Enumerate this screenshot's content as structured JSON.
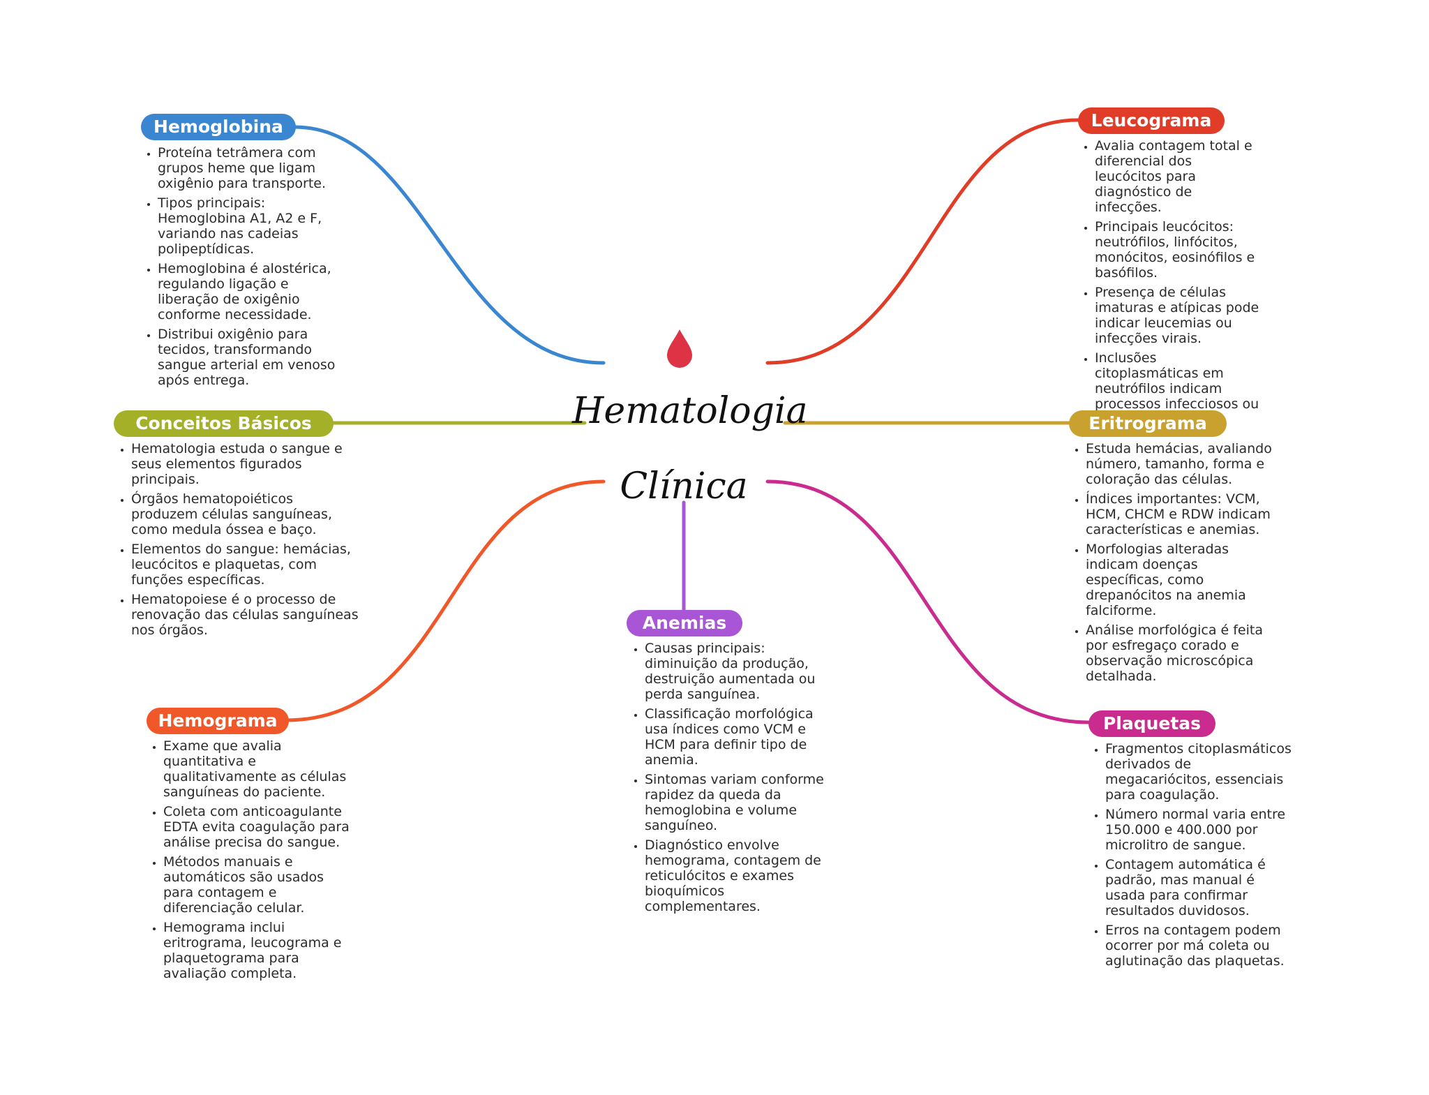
{
  "center": {
    "title_line1": "Hematologia",
    "title_line2": "Clínica",
    "icon": "blood-drop-icon",
    "icon_color": "#dd3344"
  },
  "branches": [
    {
      "id": "hemoglobina",
      "label": "Hemoglobina",
      "color": "#3a86d0",
      "points": [
        "Proteína tetrâmera com grupos heme que ligam oxigênio para transporte.",
        "Tipos principais: Hemoglobina A1, A2 e F, variando nas cadeias polipeptídicas.",
        "Hemoglobina é alostérica, regulando ligação e liberação de oxigênio conforme necessidade.",
        "Distribui oxigênio para tecidos, transformando sangue arterial em venoso após entrega."
      ]
    },
    {
      "id": "leucograma",
      "label": "Leucograma",
      "color": "#e03c27",
      "points": [
        "Avalia contagem total e diferencial dos leucócitos para diagnóstico de infecções.",
        "Principais leucócitos: neutrófilos, linfócitos, monócitos, eosinófilos e basófilos.",
        "Presença de células imaturas e atípicas pode indicar leucemias ou infecções virais.",
        "Inclusões citoplasmáticas em neutrófilos indicam processos infecciosos ou inflamatórios."
      ]
    },
    {
      "id": "conceitos-basicos",
      "label": "Conceitos Básicos",
      "color": "#a5b029",
      "points": [
        "Hematologia estuda o sangue e seus elementos figurados principais.",
        "Órgãos hematopoiéticos produzem células sanguíneas, como medula óssea e baço.",
        "Elementos do sangue: hemácias, leucócitos e plaquetas, com funções específicas.",
        "Hematopoiese é o processo de renovação das células sanguíneas nos órgãos."
      ]
    },
    {
      "id": "eritrograma",
      "label": "Eritrograma",
      "color": "#c9a12e",
      "points": [
        "Estuda hemácias, avaliando número, tamanho, forma e coloração das células.",
        "Índices importantes: VCM, HCM, CHCM e RDW indicam características e anemias.",
        "Morfologias alteradas indicam doenças específicas, como drepanócitos na anemia falciforme.",
        "Análise morfológica é feita por esfregaço corado e observação microscópica detalhada."
      ]
    },
    {
      "id": "anemias",
      "label": "Anemias",
      "color": "#a855d6",
      "points": [
        "Causas principais: diminuição da produção, destruição aumentada ou perda sanguínea.",
        "Classificação morfológica usa índices como VCM e HCM para definir tipo de anemia.",
        "Sintomas variam conforme rapidez da queda da hemoglobina e volume sanguíneo.",
        "Diagnóstico envolve hemograma, contagem de reticulócitos e exames bioquímicos complementares."
      ]
    },
    {
      "id": "hemograma",
      "label": "Hemograma",
      "color": "#f0582a",
      "points": [
        "Exame que avalia quantitativa e qualitativamente as células sanguíneas do paciente.",
        "Coleta com anticoagulante EDTA evita coagulação para análise precisa do sangue.",
        "Métodos manuais e automáticos são usados para contagem e diferenciação celular.",
        "Hemograma inclui eritrograma, leucograma e plaquetograma para avaliação completa."
      ]
    },
    {
      "id": "plaquetas",
      "label": "Plaquetas",
      "color": "#c92c8e",
      "points": [
        "Fragmentos citoplasmáticos derivados de megacariócitos, essenciais para coagulação.",
        "Número normal varia entre 150.000 e 400.000 por microlitro de sangue.",
        "Contagem automática é padrão, mas manual é usada para confirmar resultados duvidosos.",
        "Erros na contagem podem ocorrer por má coleta ou aglutinação das plaquetas."
      ]
    }
  ]
}
